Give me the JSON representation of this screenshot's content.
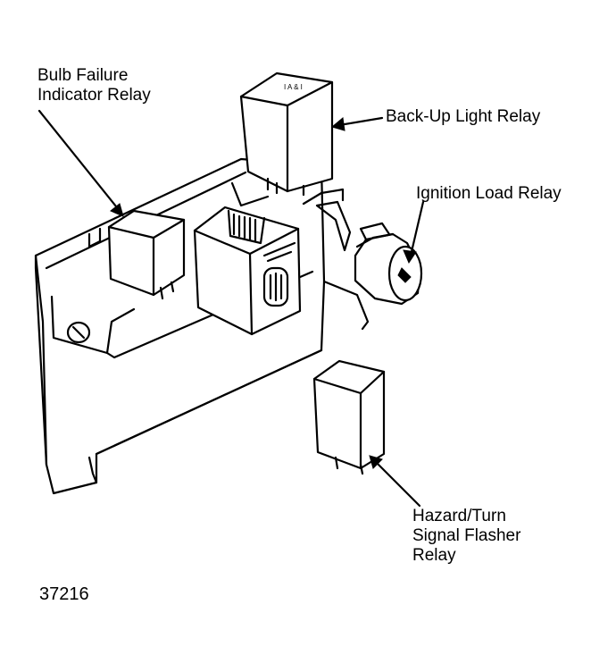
{
  "labels": {
    "bulb_failure": "Bulb Failure\nIndicator Relay",
    "backup_light": "Back-Up Light Relay",
    "ignition_load": "Ignition Load Relay",
    "hazard_turn": "Hazard/Turn\nSignal Flasher\nRelay",
    "figure_number": "37216"
  },
  "colors": {
    "ink": "#000000",
    "paper": "#ffffff"
  }
}
